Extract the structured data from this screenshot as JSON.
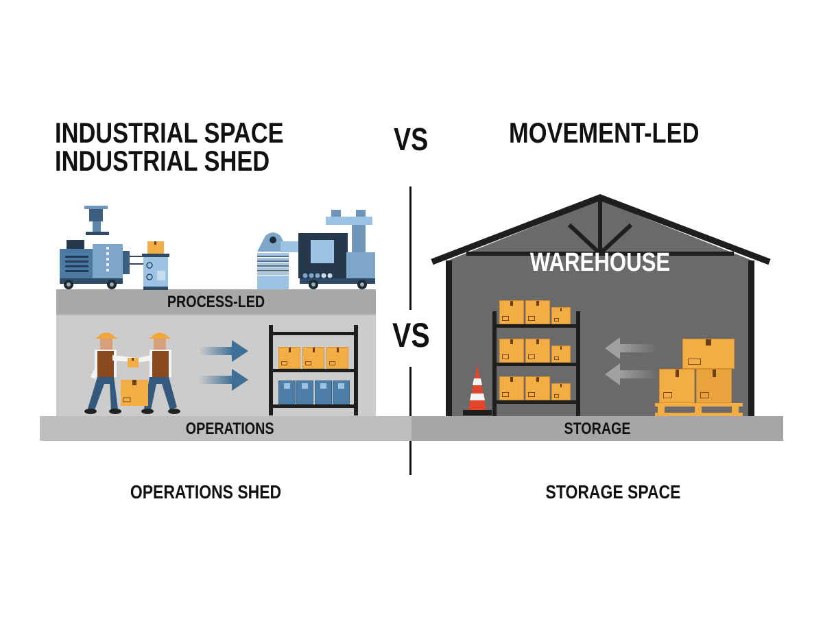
{
  "headings": {
    "left_line1": "INDUSTRIAL SPACE",
    "left_line2": "INDUSTRIAL SHED",
    "vs_top": "VS",
    "right": "MOVEMENT-LED",
    "vs_middle": "VS"
  },
  "left_panel": {
    "upper_band_label": "PROCESS-LED",
    "lower_band_label": "OPERATIONS",
    "caption": "OPERATIONS SHED",
    "icons": [
      "machine-icon",
      "press-machine-icon",
      "worker-icon",
      "arrow-right-icon",
      "shelf-icon",
      "box-icon"
    ]
  },
  "right_panel": {
    "building_label": "WAREHOUSE",
    "floor_label": "STORAGE",
    "caption": "STORAGE SPACE",
    "icons": [
      "warehouse-icon",
      "traffic-cone-icon",
      "shelf-icon",
      "arrow-left-icon",
      "pallet-icon",
      "box-icon"
    ]
  },
  "colors": {
    "band_light": "#c9c9c9",
    "band_dark": "#a6a6a6",
    "warehouse_wall": "#6a6a6a",
    "frame": "#1e1e1e",
    "box": "#f2ae44",
    "machine_blue": "#4d7ea8",
    "machine_light": "#9cc3e4",
    "arrow_blue": "#3e6f96",
    "cone": "#e2452b"
  }
}
